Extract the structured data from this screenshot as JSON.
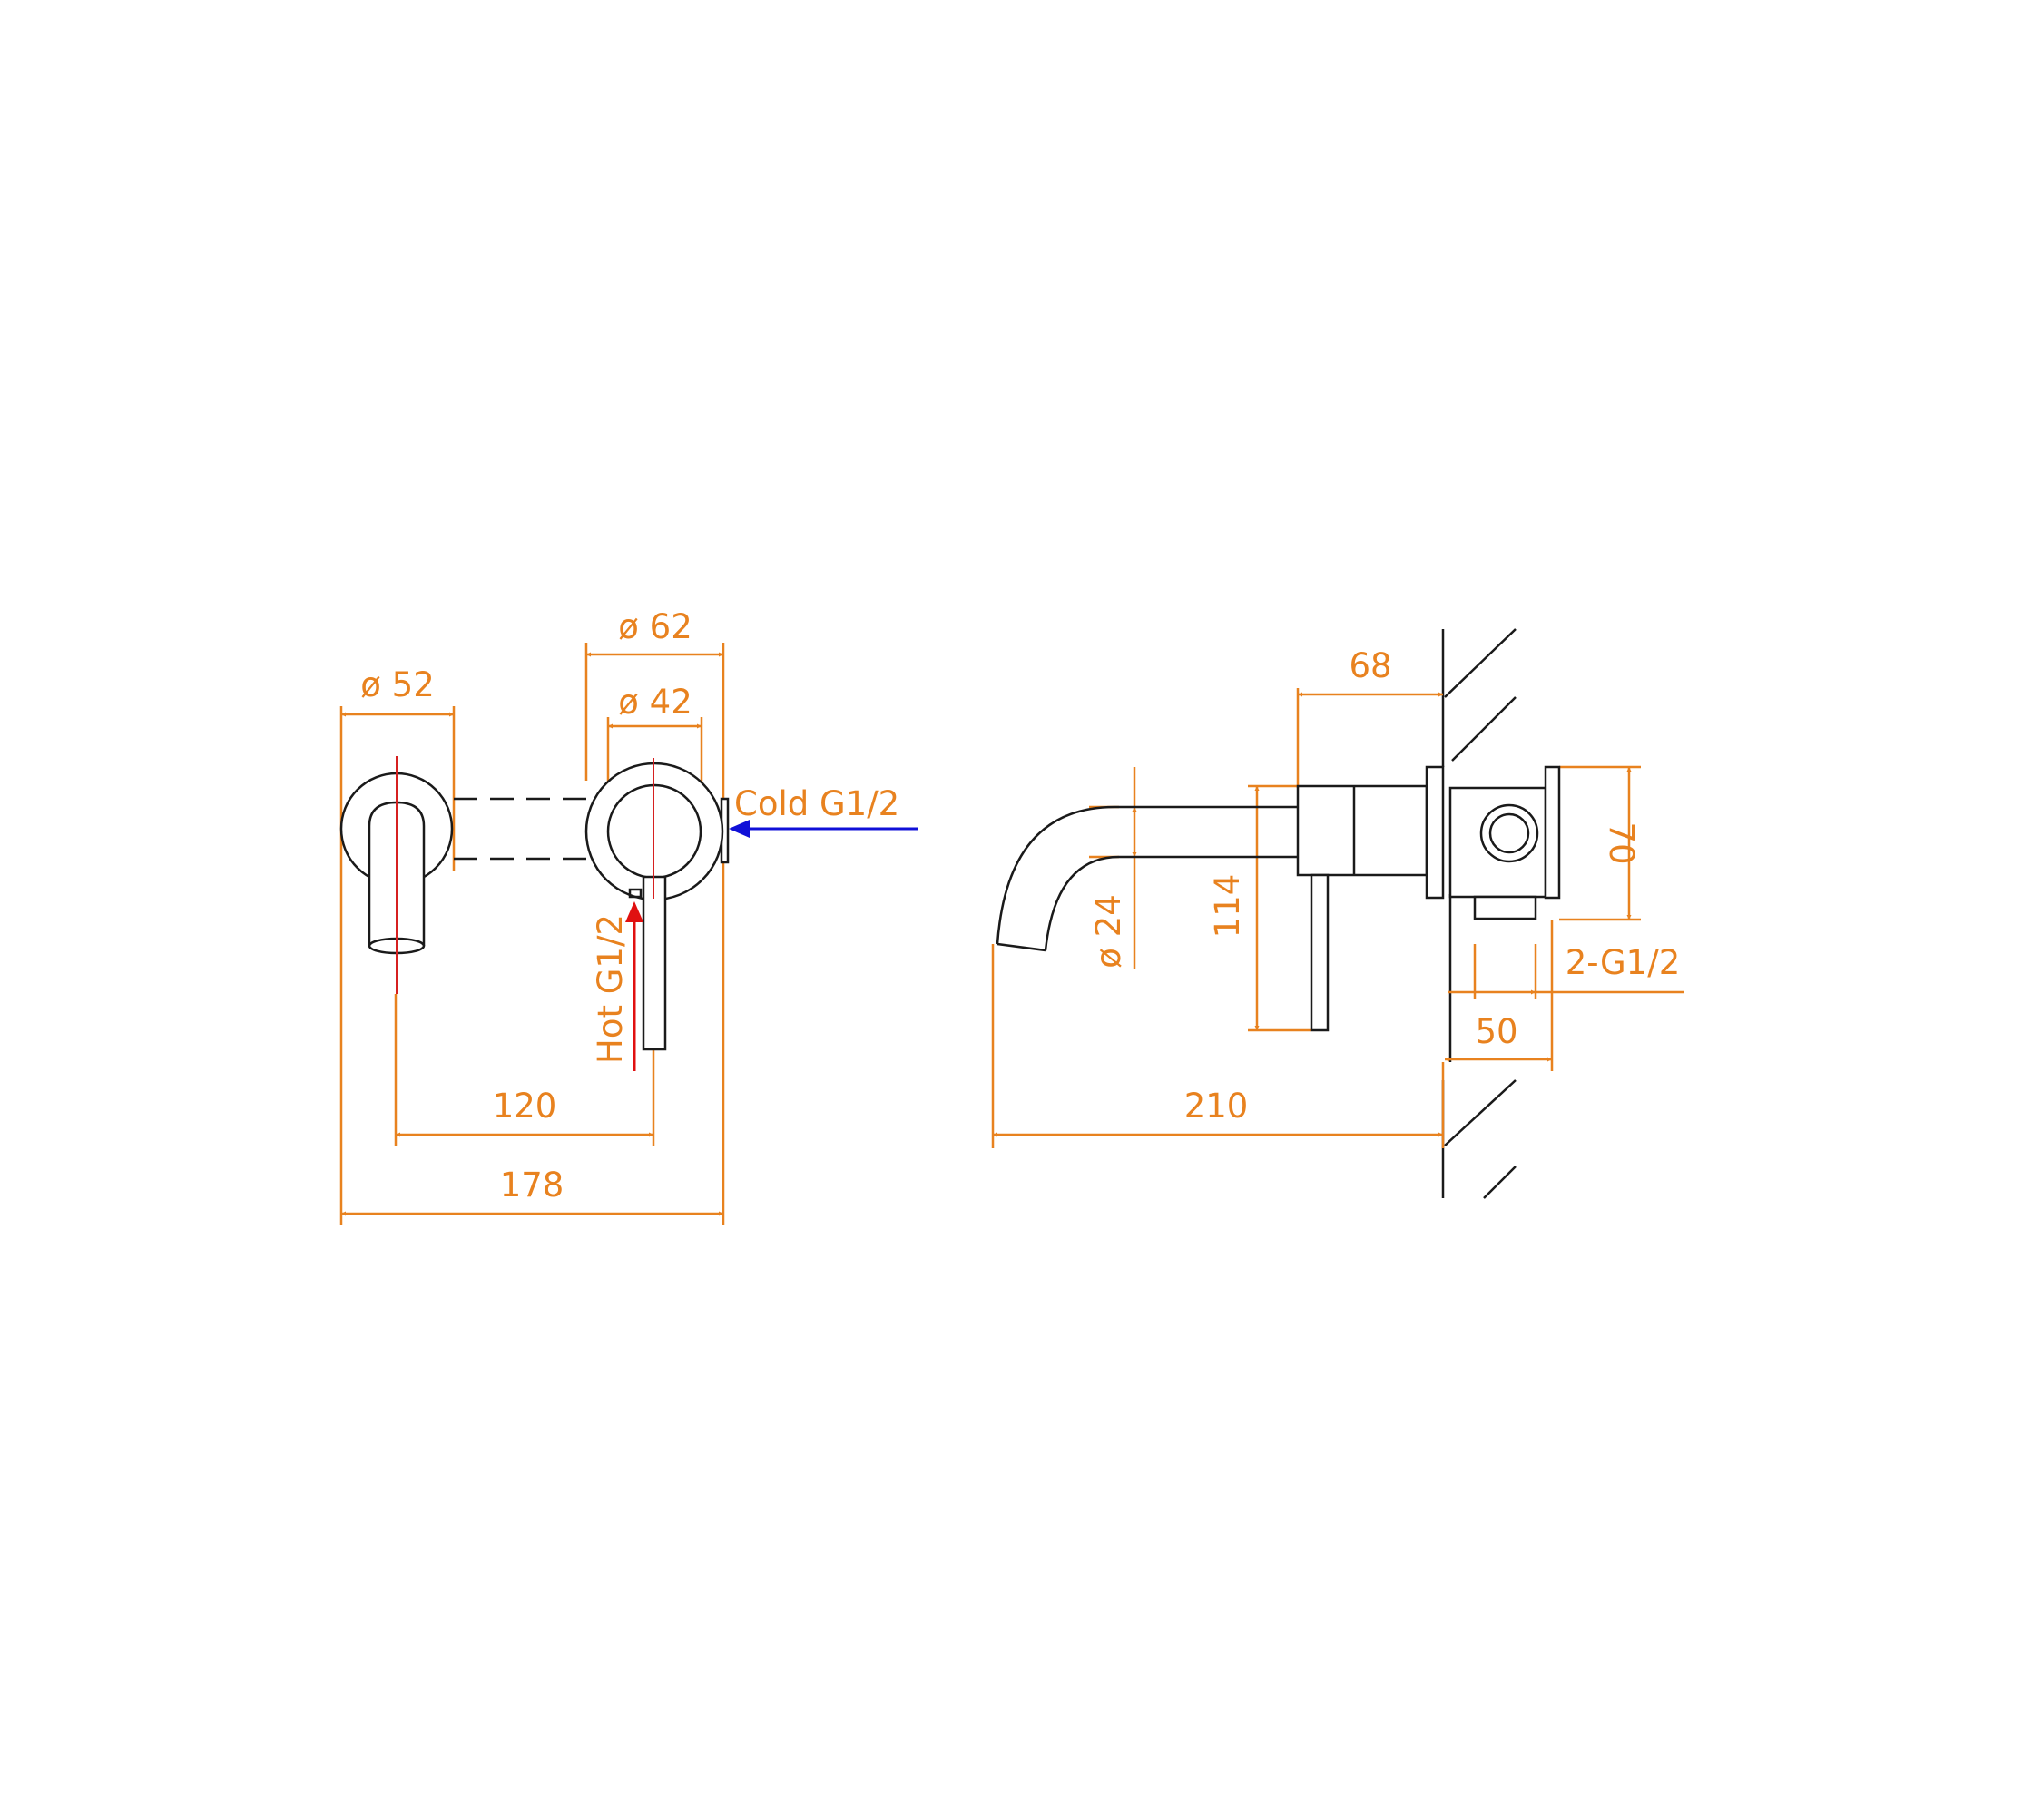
{
  "colors": {
    "dimension": "#e8821f",
    "outline": "#1a1a1a",
    "centerline": "#d62020",
    "hot_arrow": "#e01010",
    "cold_arrow": "#1010d8",
    "background": "#ffffff"
  },
  "front_view": {
    "dia_outlet": "ø 52",
    "dia_plate": "ø 62",
    "dia_handle_base": "ø 42",
    "spacing": "120",
    "overall_width": "178",
    "cold_label": "Cold G1/2",
    "hot_label": "Hot G1/2"
  },
  "side_view": {
    "body_length": "68",
    "spout_dia": "ø 24",
    "handle_height": "114",
    "plate_height": "70",
    "inlet_label": "2-G1/2",
    "wall_depth": "50",
    "projection": "210"
  }
}
